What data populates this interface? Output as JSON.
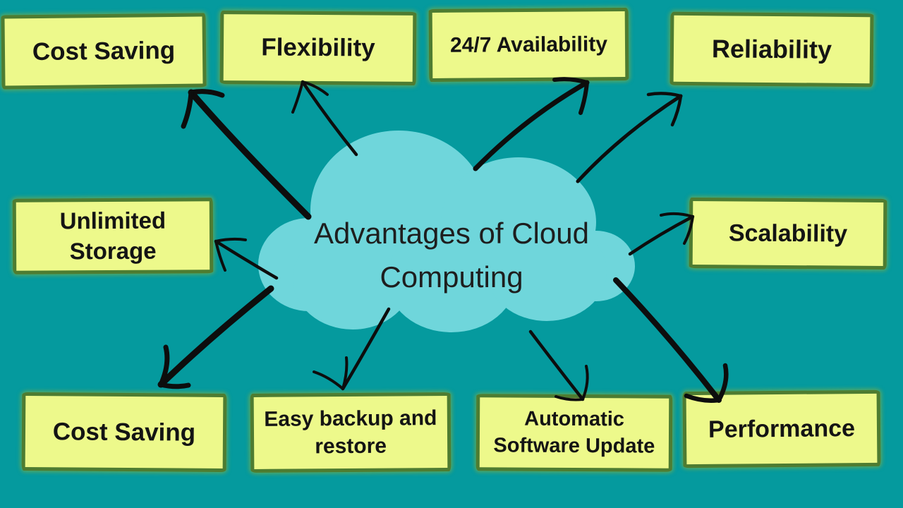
{
  "page": {
    "title": "Advantages of Cloud Computing"
  },
  "colors": {
    "background": "#059a9e",
    "box_fill": "#edf98b",
    "box_border": "#4e7c31",
    "box_glow": "#8db03a",
    "cloud_fill": "#6fd6db",
    "arrow": "#0d0d0d",
    "text": "#141414"
  },
  "center_cloud": {
    "label": "Advantages of Cloud Computing"
  },
  "nodes": [
    {
      "label": "Cost Saving"
    },
    {
      "label": "Flexibility"
    },
    {
      "label": "24/7 Availability"
    },
    {
      "label": "Reliability"
    },
    {
      "label": "Unlimited Storage"
    },
    {
      "label": "Scalability"
    },
    {
      "label": "Cost Saving"
    },
    {
      "label": "Easy backup and restore"
    },
    {
      "label": "Automatic Software Update"
    },
    {
      "label": "Performance"
    }
  ]
}
